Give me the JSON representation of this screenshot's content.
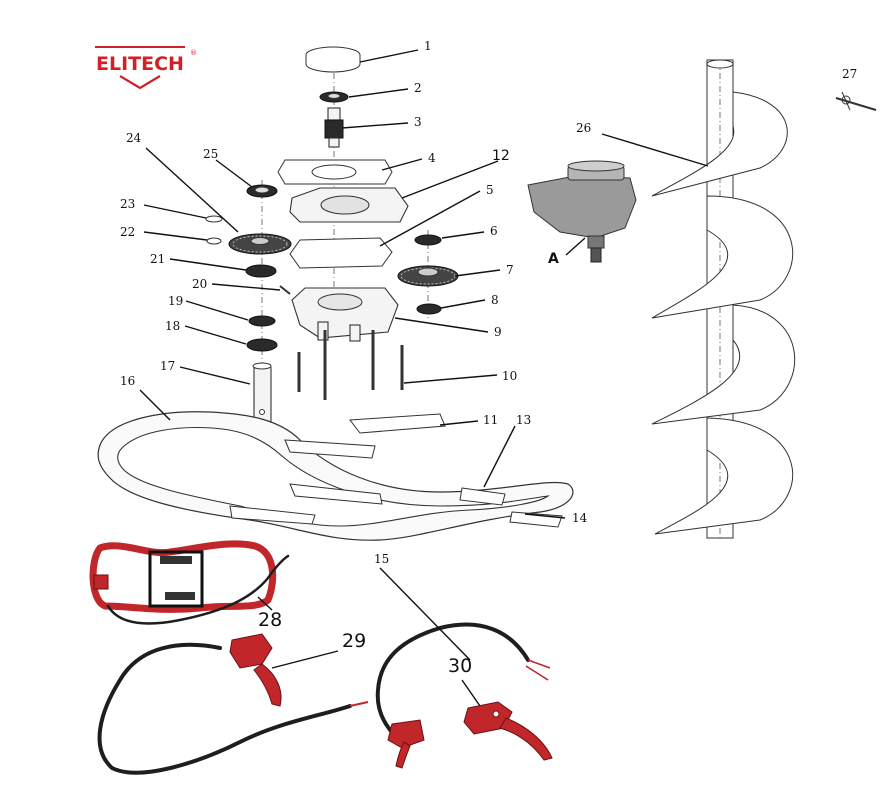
{
  "brand": {
    "name": "ELITECH",
    "mark": "®",
    "color": "#d32027"
  },
  "callouts": [
    {
      "id": "1",
      "label": "1"
    },
    {
      "id": "2",
      "label": "2"
    },
    {
      "id": "3",
      "label": "3"
    },
    {
      "id": "4",
      "label": "4"
    },
    {
      "id": "5",
      "label": "5"
    },
    {
      "id": "6",
      "label": "6"
    },
    {
      "id": "7",
      "label": "7"
    },
    {
      "id": "8",
      "label": "8"
    },
    {
      "id": "9",
      "label": "9"
    },
    {
      "id": "10",
      "label": "10"
    },
    {
      "id": "11",
      "label": "11"
    },
    {
      "id": "12",
      "label": "12"
    },
    {
      "id": "13",
      "label": "13"
    },
    {
      "id": "14",
      "label": "14"
    },
    {
      "id": "15",
      "label": "15"
    },
    {
      "id": "16",
      "label": "16"
    },
    {
      "id": "17",
      "label": "17"
    },
    {
      "id": "18",
      "label": "18"
    },
    {
      "id": "19",
      "label": "19"
    },
    {
      "id": "20",
      "label": "20"
    },
    {
      "id": "21",
      "label": "21"
    },
    {
      "id": "22",
      "label": "22"
    },
    {
      "id": "23",
      "label": "23"
    },
    {
      "id": "24",
      "label": "24"
    },
    {
      "id": "25",
      "label": "25"
    },
    {
      "id": "26",
      "label": "26"
    },
    {
      "id": "27",
      "label": "27"
    },
    {
      "id": "28",
      "label": "28"
    },
    {
      "id": "29",
      "label": "29"
    },
    {
      "id": "30",
      "label": "30"
    },
    {
      "id": "A",
      "label": "A"
    }
  ]
}
